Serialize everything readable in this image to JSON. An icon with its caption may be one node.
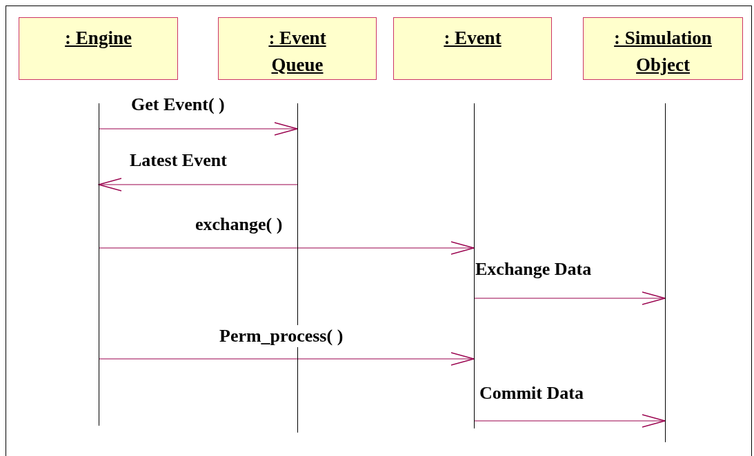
{
  "diagram": {
    "nodes": [
      {
        "text": [
          ": Engine"
        ]
      },
      {
        "text": [
          ": Event Queue"
        ]
      },
      {
        "text": [
          ": Event"
        ]
      },
      {
        "text": [
          ": Simulation Object"
        ]
      },
      {
        "text": [],
        "shape": "bar"
      },
      {
        "text": [],
        "shape": "bar"
      },
      {
        "text": [],
        "shape": "bar"
      },
      {
        "text": [],
        "shape": "bar"
      }
    ],
    "edges": [
      {
        "from": 4,
        "to": 5,
        "arrow": "to",
        "label": "Get Event( )"
      },
      {
        "from": 5,
        "to": 4,
        "arrow": "to",
        "label": "Latest Event"
      },
      {
        "from": 4,
        "to": 6,
        "arrow": "to",
        "label": "exchange( )"
      },
      {
        "from": 6,
        "to": 7,
        "arrow": "to",
        "label": "Exchange Data"
      },
      {
        "from": 4,
        "to": 6,
        "arrow": "to",
        "label": "Perm_process( )"
      },
      {
        "from": 6,
        "to": 7,
        "arrow": "to",
        "label": "Commit Data"
      }
    ]
  }
}
